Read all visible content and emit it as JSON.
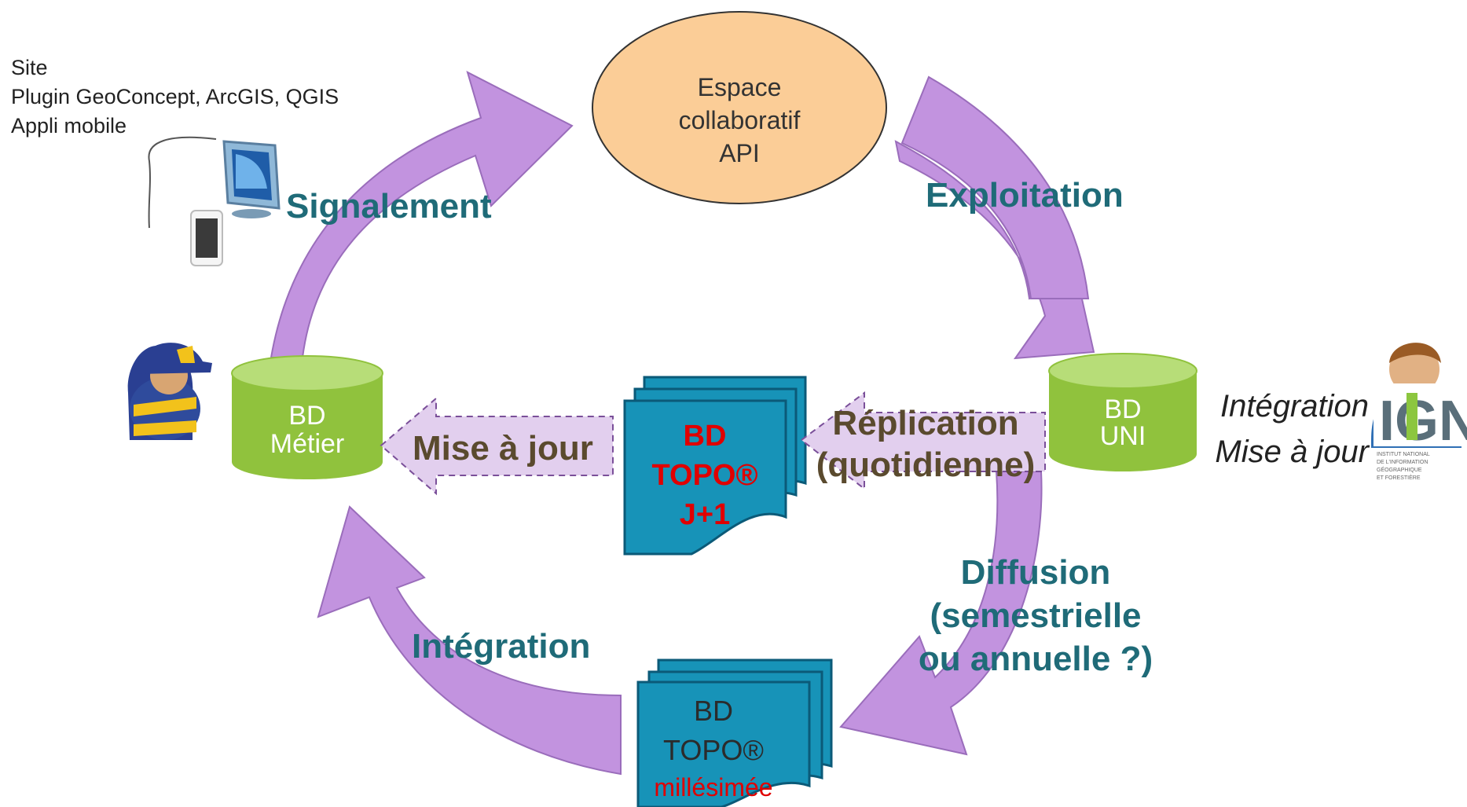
{
  "colors": {
    "arrow_purple": "#c293df",
    "arrow_purple_stroke": "#9a6dbb",
    "dash_arrow_fill": "#e2cfee",
    "dash_arrow_stroke": "#7a4f99",
    "ellipse_fill": "#fbcd97",
    "db_green": "#90c23d",
    "db_green_top": "#b7dd78",
    "doc_blue": "#1793b8",
    "label_teal": "#1f6b78",
    "label_brown": "#5a4a2e",
    "red": "#e00000"
  },
  "tools": {
    "line1": "Site",
    "line2": "Plugin GeoConcept, ArcGIS, QGIS",
    "line3": "Appli mobile"
  },
  "ellipse": {
    "line1": "Espace",
    "line2": "collaboratif",
    "line3": "API"
  },
  "db_metier": {
    "line1": "BD",
    "line2": "Métier"
  },
  "db_uni": {
    "line1": "BD",
    "line2": "UNI"
  },
  "doc_daily": {
    "line1": "BD",
    "line2": "TOPO®",
    "line3": "J+1"
  },
  "doc_yearly": {
    "line1": "BD",
    "line2": "TOPO®",
    "line3": "millésimée"
  },
  "labels": {
    "signalement": "Signalement",
    "exploitation": "Exploitation",
    "replication_1": "Réplication",
    "replication_2": "(quotidienne)",
    "mise_a_jour": "Mise à jour",
    "diffusion_1": "Diffusion",
    "diffusion_2": "(semestrielle",
    "diffusion_3": "ou annuelle ?)",
    "integration": "Intégration"
  },
  "ign": {
    "line1": "Intégration",
    "line2": "Mise à jour",
    "logo": "IGN",
    "caption1": "INSTITUT NATIONAL",
    "caption2": "DE L'INFORMATION",
    "caption3": "GÉOGRAPHIQUE",
    "caption4": "ET FORESTIÈRE"
  },
  "icons": [
    "firefighter-icon",
    "monitor-icon",
    "smartphone-icon",
    "ign-person-icon"
  ]
}
